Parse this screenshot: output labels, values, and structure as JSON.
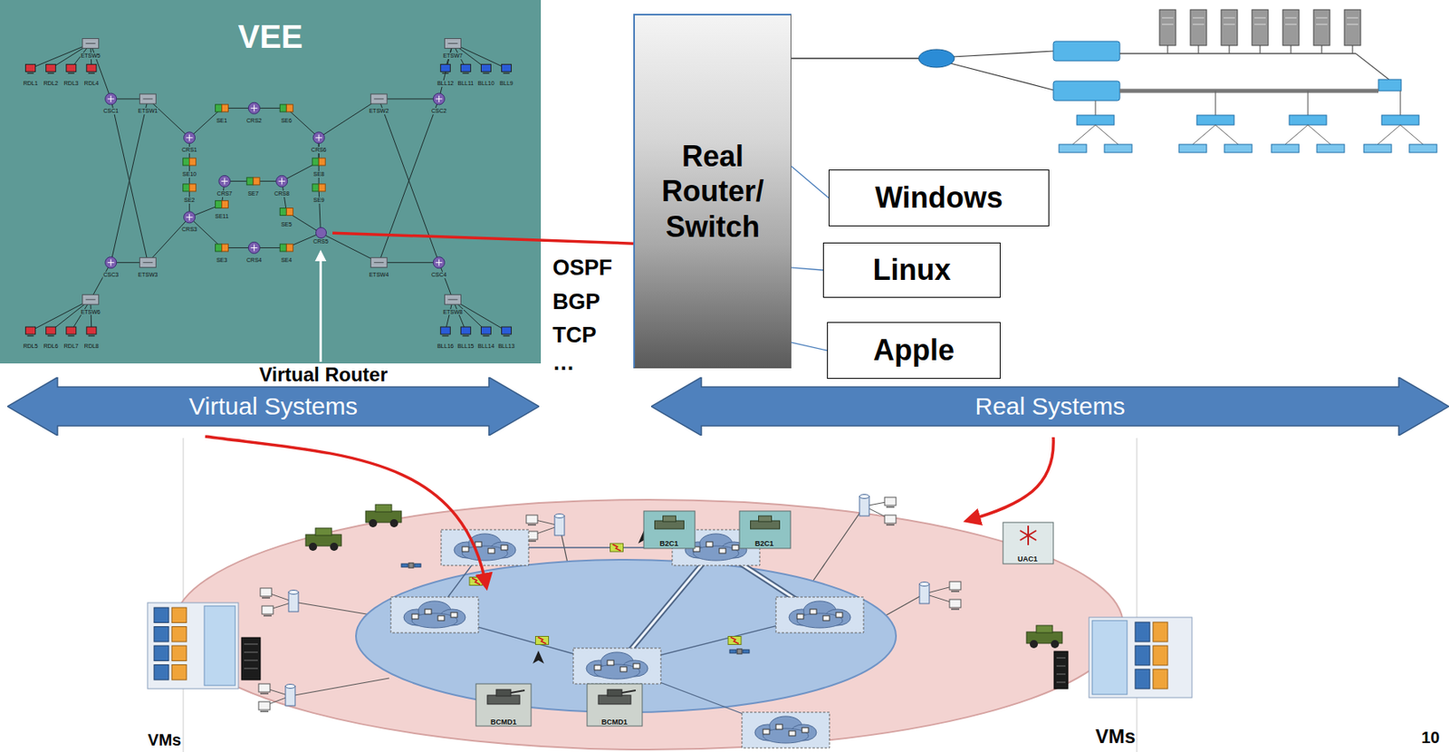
{
  "diagram": {
    "nodes": [
      {
        "text": [
          "VEE"
        ]
      },
      {
        "text": [
          "CRS5"
        ],
        "in": 0
      },
      {
        "text": [
          "Real Router/ Switch"
        ]
      },
      {
        "text": [
          "Windows"
        ]
      },
      {
        "text": [
          "Linux"
        ]
      },
      {
        "text": [
          "Apple"
        ]
      },
      {
        "text": [
          "Virtual Systems"
        ]
      },
      {
        "text": [
          "Real Systems"
        ]
      }
    ],
    "edges": [
      {
        "from": 1,
        "to": 2,
        "arrow": "none"
      },
      {
        "from": 2,
        "to": 3,
        "arrow": "none"
      },
      {
        "from": 2,
        "to": 4,
        "arrow": "none"
      },
      {
        "from": 2,
        "to": 5,
        "arrow": "none"
      }
    ],
    "labels": [
      "OSPF",
      "BGP",
      "TCP",
      "…",
      "Virtual Router",
      "RDL1",
      "RDL2",
      "RDL3",
      "RDL4",
      "ETSW5",
      "CSC1",
      "ETSW1",
      "CRS1",
      "SE1",
      "CRS2",
      "SE6",
      "CRS6",
      "ETSW2",
      "CSC2",
      "ETSW7",
      "BLL12",
      "BLL11",
      "BLL10",
      "BLL9",
      "SE10",
      "SE2",
      "CRS7",
      "SE7",
      "CRS8",
      "SE8",
      "SE9",
      "CRS3",
      "SE11",
      "SE3",
      "CRS4",
      "SE4",
      "SE5",
      "CSC3",
      "ETSW3",
      "ETSW4",
      "CSC4",
      "ETSW6",
      "RDL5",
      "RDL6",
      "RDL7",
      "RDL8",
      "ETSW8",
      "BLL16",
      "BLL15",
      "BLL14",
      "BLL13",
      "B2C1",
      "B2C1",
      "UAC1",
      "BCMD1",
      "BCMD1",
      "VMs",
      "VMs",
      "10"
    ]
  }
}
